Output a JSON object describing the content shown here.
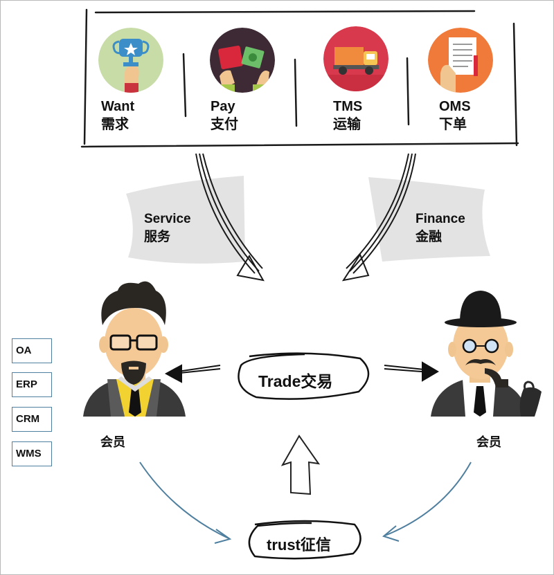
{
  "modules": [
    {
      "en": "Want",
      "zh": "需求",
      "icon": "trophy-hand-icon",
      "bg": "#c8dca8"
    },
    {
      "en": "Pay",
      "zh": "支付",
      "icon": "wallet-cash-icon",
      "bg": "#3d2a35"
    },
    {
      "en": "TMS",
      "zh": "运输",
      "icon": "truck-icon",
      "bg": "#d8394c"
    },
    {
      "en": "OMS",
      "zh": "下单",
      "icon": "order-document-icon",
      "bg": "#f07a3a"
    }
  ],
  "service": {
    "en": "Service",
    "zh": "服务"
  },
  "finance": {
    "en": "Finance",
    "zh": "金融"
  },
  "trade": "Trade交易",
  "trust": "trust征信",
  "members": {
    "left": "会员",
    "right": "会员"
  },
  "systems": [
    "OA",
    "ERP",
    "CRM",
    "WMS"
  ],
  "colors": {
    "arrow_blue": "#4f7f9e",
    "frame": "#1a1a1a",
    "band": "#e3e3e3"
  }
}
